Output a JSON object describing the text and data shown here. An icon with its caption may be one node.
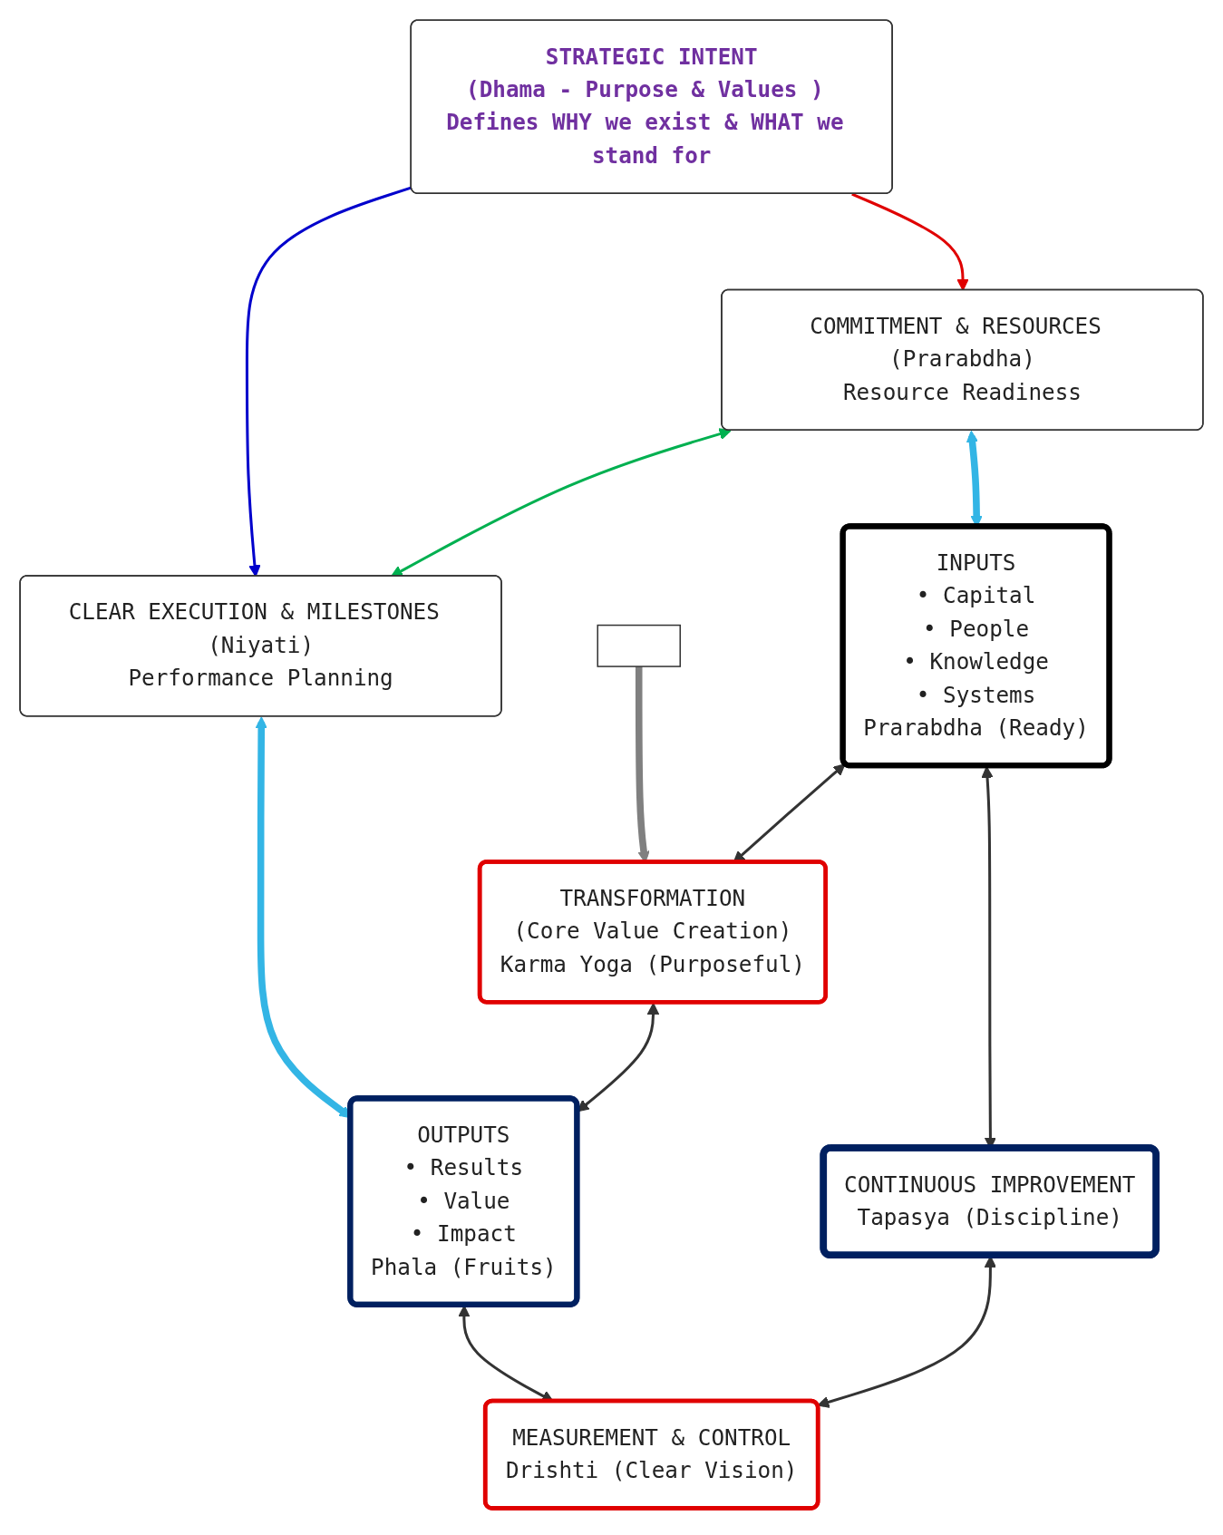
{
  "diagram": {
    "nodes": [
      {
        "text": [
          "STRATEGIC INTENT",
          "(Dhama - Purpose & Values ) Defines WHY we exist & WHAT we stand for"
        ]
      },
      {
        "text": [
          "COMMITMENT & RESOURCES (Prarabdha)",
          "Resource Readiness"
        ]
      },
      {
        "text": [],
        "shape": "box"
      },
      {
        "text": [
          "CLEAR EXECUTION & MILESTONES (Niyati)",
          "Performance Planning"
        ]
      },
      {
        "text": [
          "INPUTS",
          "• Capital",
          "• People",
          "• Knowledge",
          "• Systems",
          "Prarabdha (Ready)"
        ]
      },
      {
        "text": [
          "TRANSFORMATION",
          "(Core Value Creation)",
          "Karma Yoga (Purposeful)"
        ]
      },
      {
        "text": [
          "OUTPUTS",
          "• Results",
          "• Value",
          "• Impact",
          "Phala (Fruits)"
        ]
      },
      {
        "text": [
          "CONTINUOUS IMPROVEMENT",
          "Tapasya (Discipline)"
        ]
      },
      {
        "text": [
          "MEASUREMENT & CONTROL",
          "Drishti (Clear Vision)"
        ]
      }
    ],
    "edges": [
      {
        "from": 0,
        "to": 1,
        "arrow": "to",
        "color": "#e00000"
      },
      {
        "from": 0,
        "to": 3,
        "arrow": "to",
        "color": "#0000cc"
      },
      {
        "from": 1,
        "to": 3,
        "arrow": "both",
        "color": "#00b050"
      },
      {
        "from": 2,
        "to": 5,
        "arrow": "to",
        "style": "thick",
        "color": "#808080"
      },
      {
        "from": 1,
        "to": 4,
        "arrow": "both",
        "style": "thick",
        "color": "#33b5e5"
      },
      {
        "from": 3,
        "to": 6,
        "arrow": "both",
        "style": "thick",
        "color": "#33b5e5"
      },
      {
        "from": 4,
        "to": 5,
        "arrow": "both"
      },
      {
        "from": 5,
        "to": 6,
        "arrow": "both"
      },
      {
        "from": 7,
        "to": 4,
        "arrow": "both"
      },
      {
        "from": 6,
        "to": 8,
        "arrow": "both"
      },
      {
        "from": 7,
        "to": 8,
        "arrow": "both"
      }
    ]
  }
}
